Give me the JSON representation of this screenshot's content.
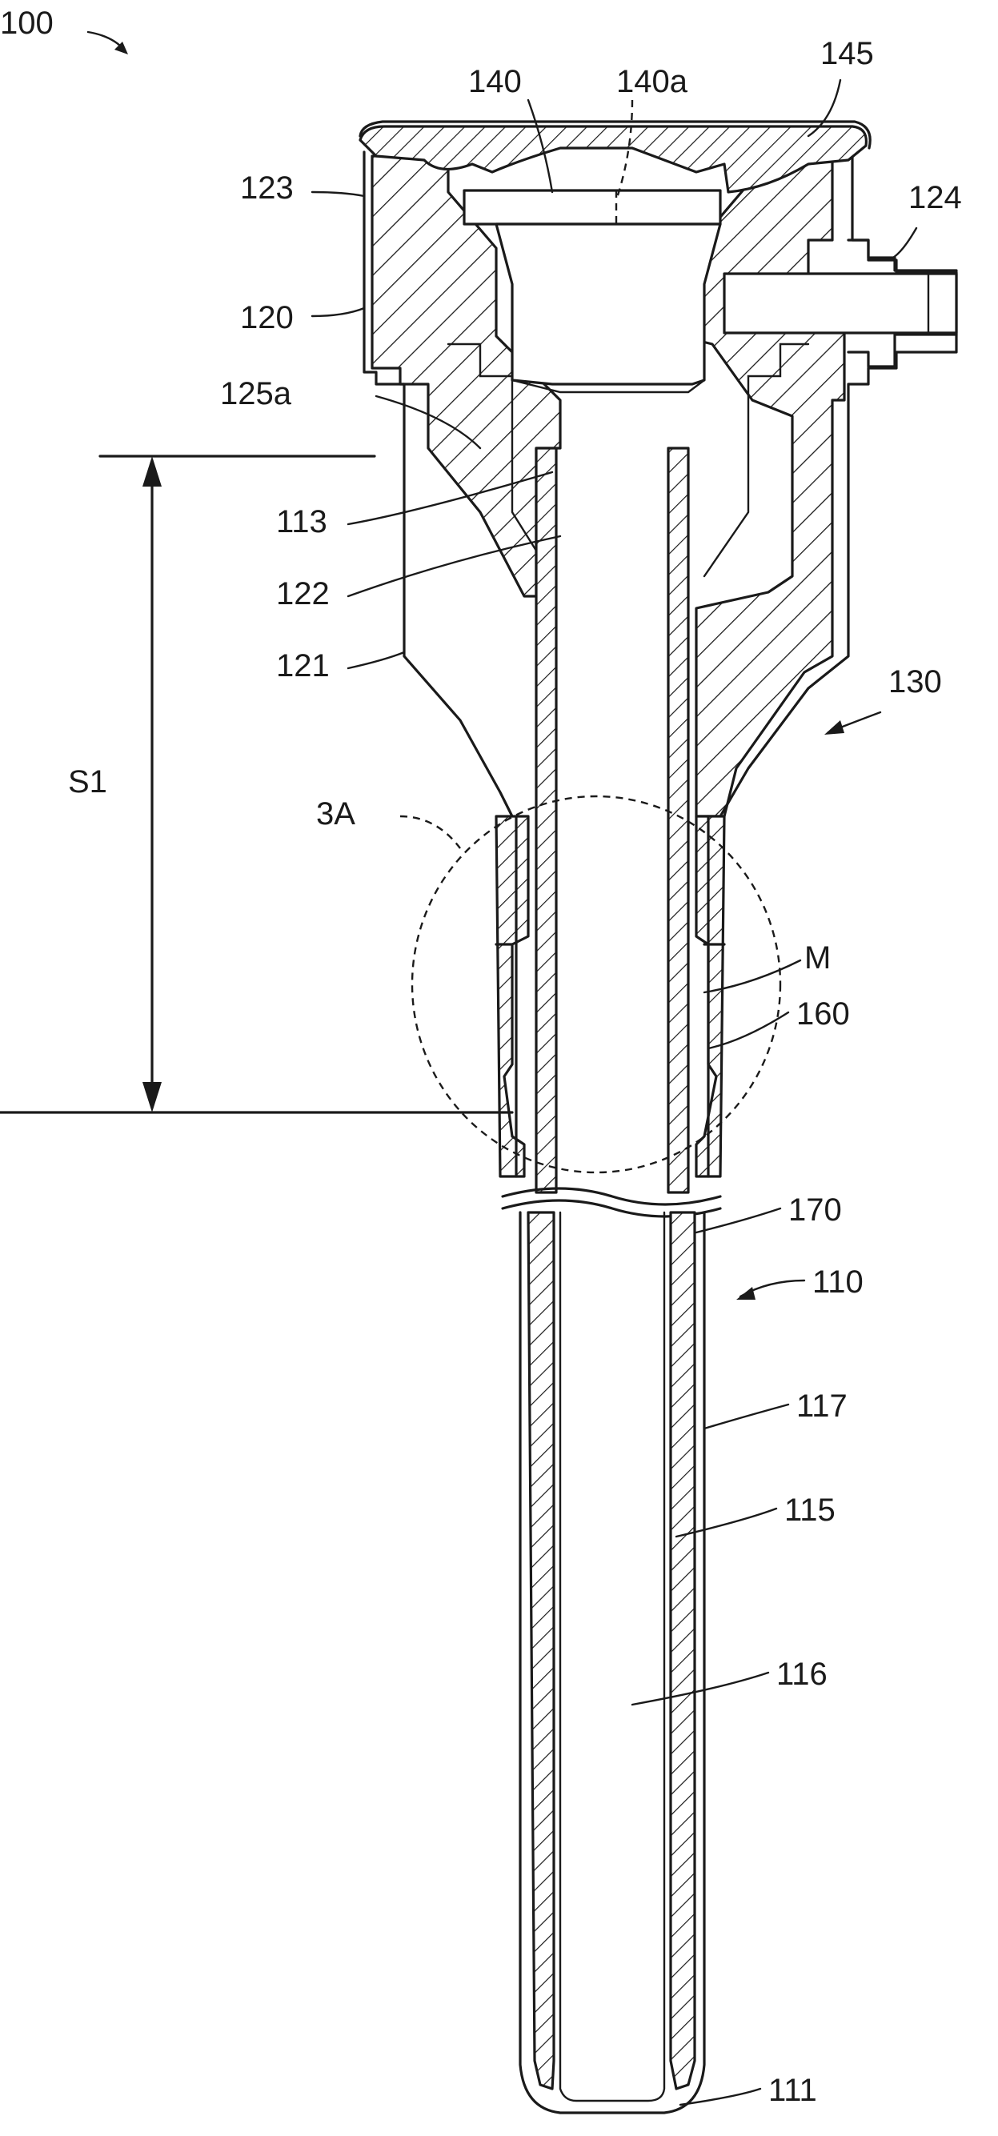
{
  "figure": {
    "labels": {
      "ref_100": "100",
      "ref_140": "140",
      "ref_140a": "140a",
      "ref_145": "145",
      "ref_123": "123",
      "ref_124": "124",
      "ref_120": "120",
      "ref_125a": "125a",
      "ref_113": "113",
      "ref_122": "122",
      "ref_121": "121",
      "ref_130": "130",
      "ref_s1": "S1",
      "ref_3a": "3A",
      "ref_m": "M",
      "ref_160": "160",
      "ref_170": "170",
      "ref_110": "110",
      "ref_117": "117",
      "ref_115": "115",
      "ref_116": "116",
      "ref_111": "111"
    }
  }
}
